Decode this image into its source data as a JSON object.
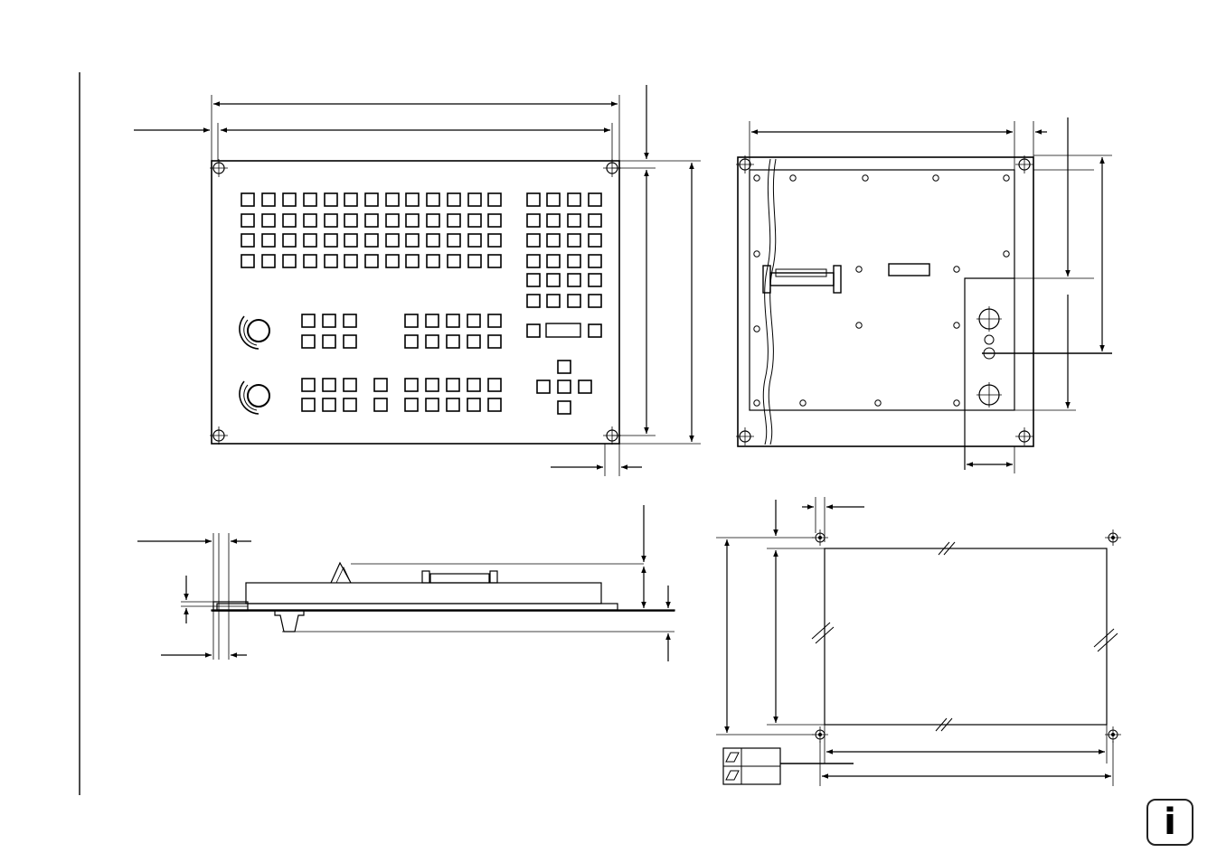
{
  "page": {
    "background": "#ffffff",
    "line_color": "#000000"
  },
  "icons": {
    "info": "info-icon",
    "info_glyph": "i"
  },
  "drawings": {
    "front_view": "keyboard-front-view",
    "rear_view": "keyboard-rear-view",
    "side_view": "keyboard-side-view",
    "cutout": "mounting-cutout"
  }
}
